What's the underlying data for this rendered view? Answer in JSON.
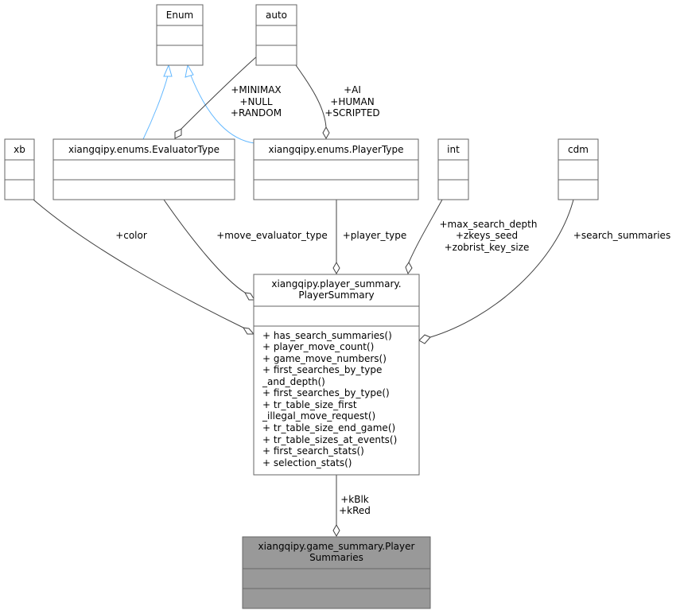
{
  "classes": {
    "enum": {
      "name": "Enum"
    },
    "auto": {
      "name": "auto"
    },
    "xb": {
      "name": "xb"
    },
    "evaluator_type": {
      "name": "xiangqipy.enums.EvaluatorType"
    },
    "player_type": {
      "name": "xiangqipy.enums.PlayerType"
    },
    "int": {
      "name": "int"
    },
    "cdm": {
      "name": "cdm"
    },
    "player_summary": {
      "name_line1": "xiangqipy.player_summary.",
      "name_line2": "PlayerSummary",
      "methods": [
        "+ has_search_summaries()",
        "+ player_move_count()",
        "+ game_move_numbers()",
        "+ first_searches_by_type",
        "_and_depth()",
        "+ first_searches_by_type()",
        "+ tr_table_size_first",
        "_illegal_move_request()",
        "+ tr_table_size_end_game()",
        "+ tr_table_sizes_at_events()",
        "+ first_search_stats()",
        "+ selection_stats()"
      ]
    },
    "player_summaries": {
      "name_line1": "xiangqipy.game_summary.Player",
      "name_line2": "Summaries"
    }
  },
  "edge_labels": {
    "auto_to_evaluator": [
      "+MINIMAX",
      "+NULL",
      "+RANDOM"
    ],
    "auto_to_player_type": [
      "+AI",
      "+HUMAN",
      "+SCRIPTED"
    ],
    "color": "+color",
    "move_evaluator_type": "+move_evaluator_type",
    "player_type": "+player_type",
    "int_attrs": [
      "+max_search_depth",
      "+zkeys_seed",
      "+zobrist_key_size"
    ],
    "search_summaries": "+search_summaries",
    "players": [
      "+kBlk",
      "+kRed"
    ]
  }
}
